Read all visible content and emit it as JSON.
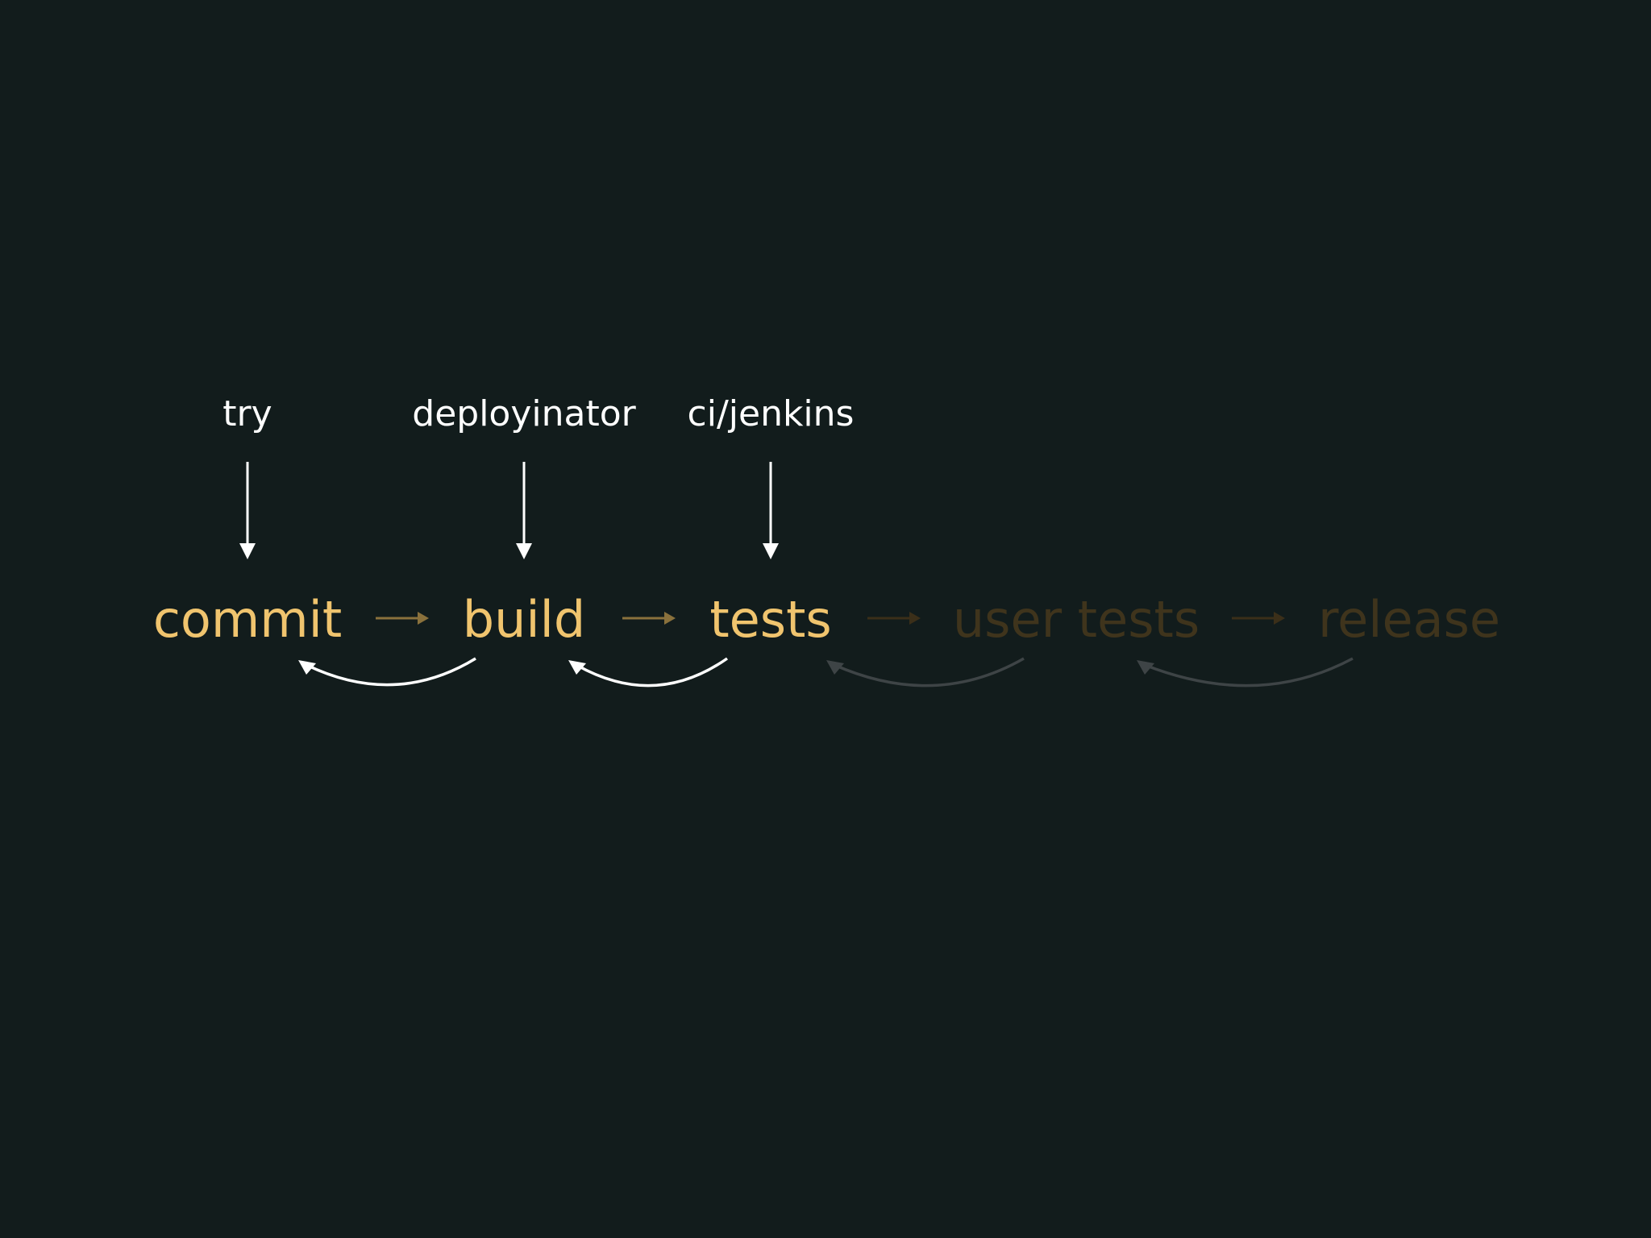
{
  "colors": {
    "background": "#121c1c",
    "stage_active": "#f0c46e",
    "stage_inactive": "#3f341c",
    "forward_arrow_active": "#8a713c",
    "forward_arrow_inactive": "#3b2f19",
    "feedback_arrow_active": "#ffffff",
    "feedback_arrow_inactive": "#3e4446",
    "tool_label": "#ffffff",
    "tool_arrow": "#ffffff"
  },
  "tools": [
    {
      "label": "try",
      "target_stage": "commit"
    },
    {
      "label": "deployinator",
      "target_stage": "build"
    },
    {
      "label": "ci/jenkins",
      "target_stage": "tests"
    }
  ],
  "stages": [
    {
      "label": "commit",
      "active": true
    },
    {
      "label": "build",
      "active": true
    },
    {
      "label": "tests",
      "active": true
    },
    {
      "label": "user tests",
      "active": false
    },
    {
      "label": "release",
      "active": false
    }
  ],
  "forward_arrows": [
    {
      "from": "commit",
      "to": "build",
      "active": true
    },
    {
      "from": "build",
      "to": "tests",
      "active": true
    },
    {
      "from": "tests",
      "to": "user tests",
      "active": false
    },
    {
      "from": "user tests",
      "to": "release",
      "active": false
    }
  ],
  "feedback_arrows": [
    {
      "from": "build",
      "to": "commit",
      "active": true
    },
    {
      "from": "tests",
      "to": "build",
      "active": true
    },
    {
      "from": "user tests",
      "to": "tests",
      "active": false
    },
    {
      "from": "release",
      "to": "user tests",
      "active": false
    }
  ]
}
